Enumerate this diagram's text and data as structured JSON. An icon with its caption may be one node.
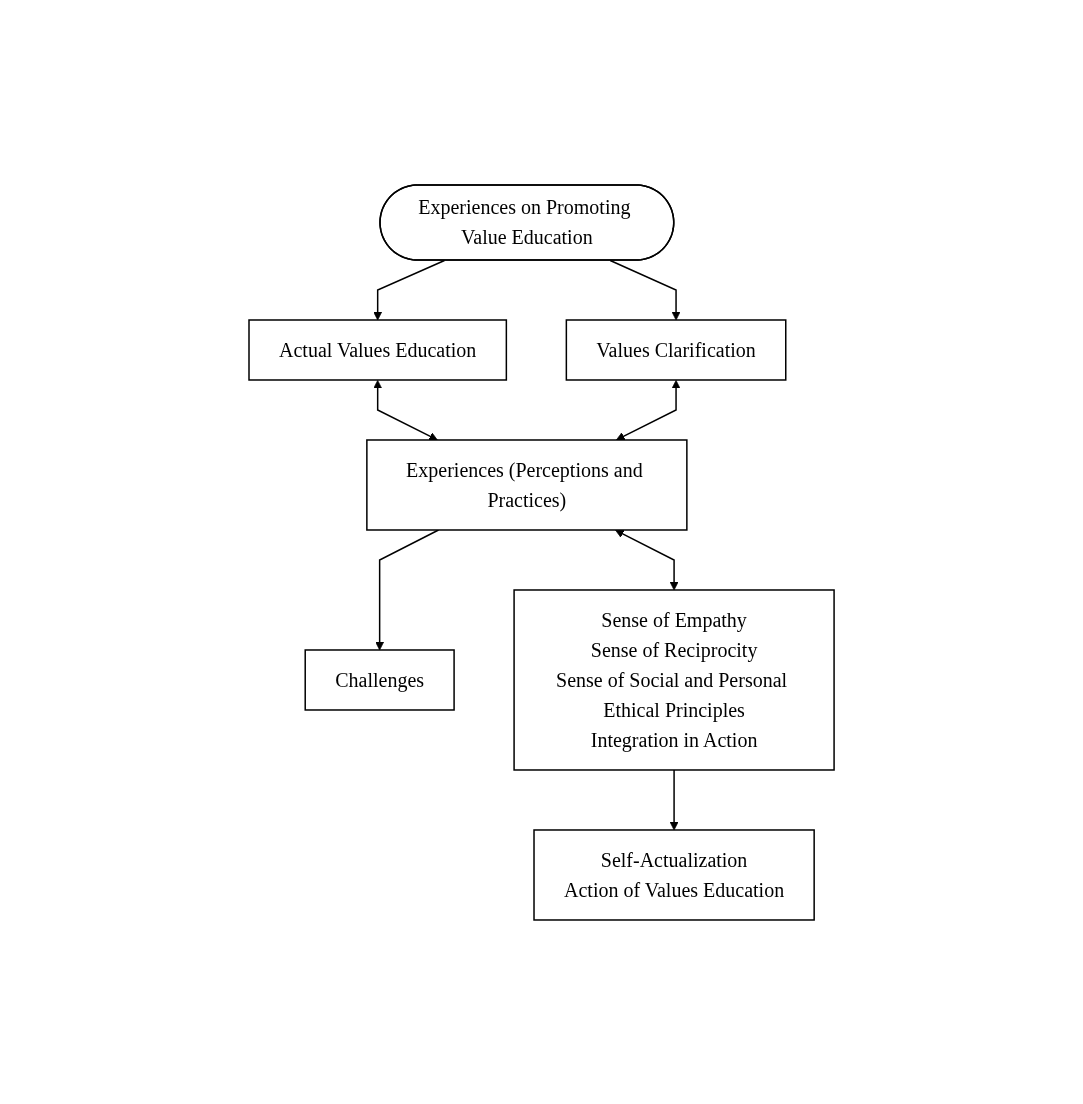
{
  "diagram": {
    "nodes": [
      {
        "text": [
          "Experiences on Promoting Value Education"
        ]
      },
      {
        "text": [
          "Actual Values Education"
        ]
      },
      {
        "text": [
          "Values Clarification"
        ]
      },
      {
        "text": [
          "Experiences (Perceptions and Practices)"
        ]
      },
      {
        "text": [
          "Challenges"
        ]
      },
      {
        "text": [
          "Sense of Empathy",
          "Sense of Reciprocity",
          "Sense of Social and Personal Ethical Principles",
          "Integration in Action"
        ]
      },
      {
        "text": [
          "Self-Actualization",
          "Action of Values Education"
        ]
      }
    ],
    "edges": [
      {
        "from": 0,
        "to": 1,
        "arrow": "to"
      },
      {
        "from": 0,
        "to": 2,
        "arrow": "to"
      },
      {
        "from": 1,
        "to": 3,
        "arrow": "both"
      },
      {
        "from": 2,
        "to": 3,
        "arrow": "both"
      },
      {
        "from": 3,
        "to": 4,
        "arrow": "to"
      },
      {
        "from": 3,
        "to": 5,
        "arrow": "both"
      },
      {
        "from": 5,
        "to": 6,
        "arrow": "to"
      }
    ]
  }
}
